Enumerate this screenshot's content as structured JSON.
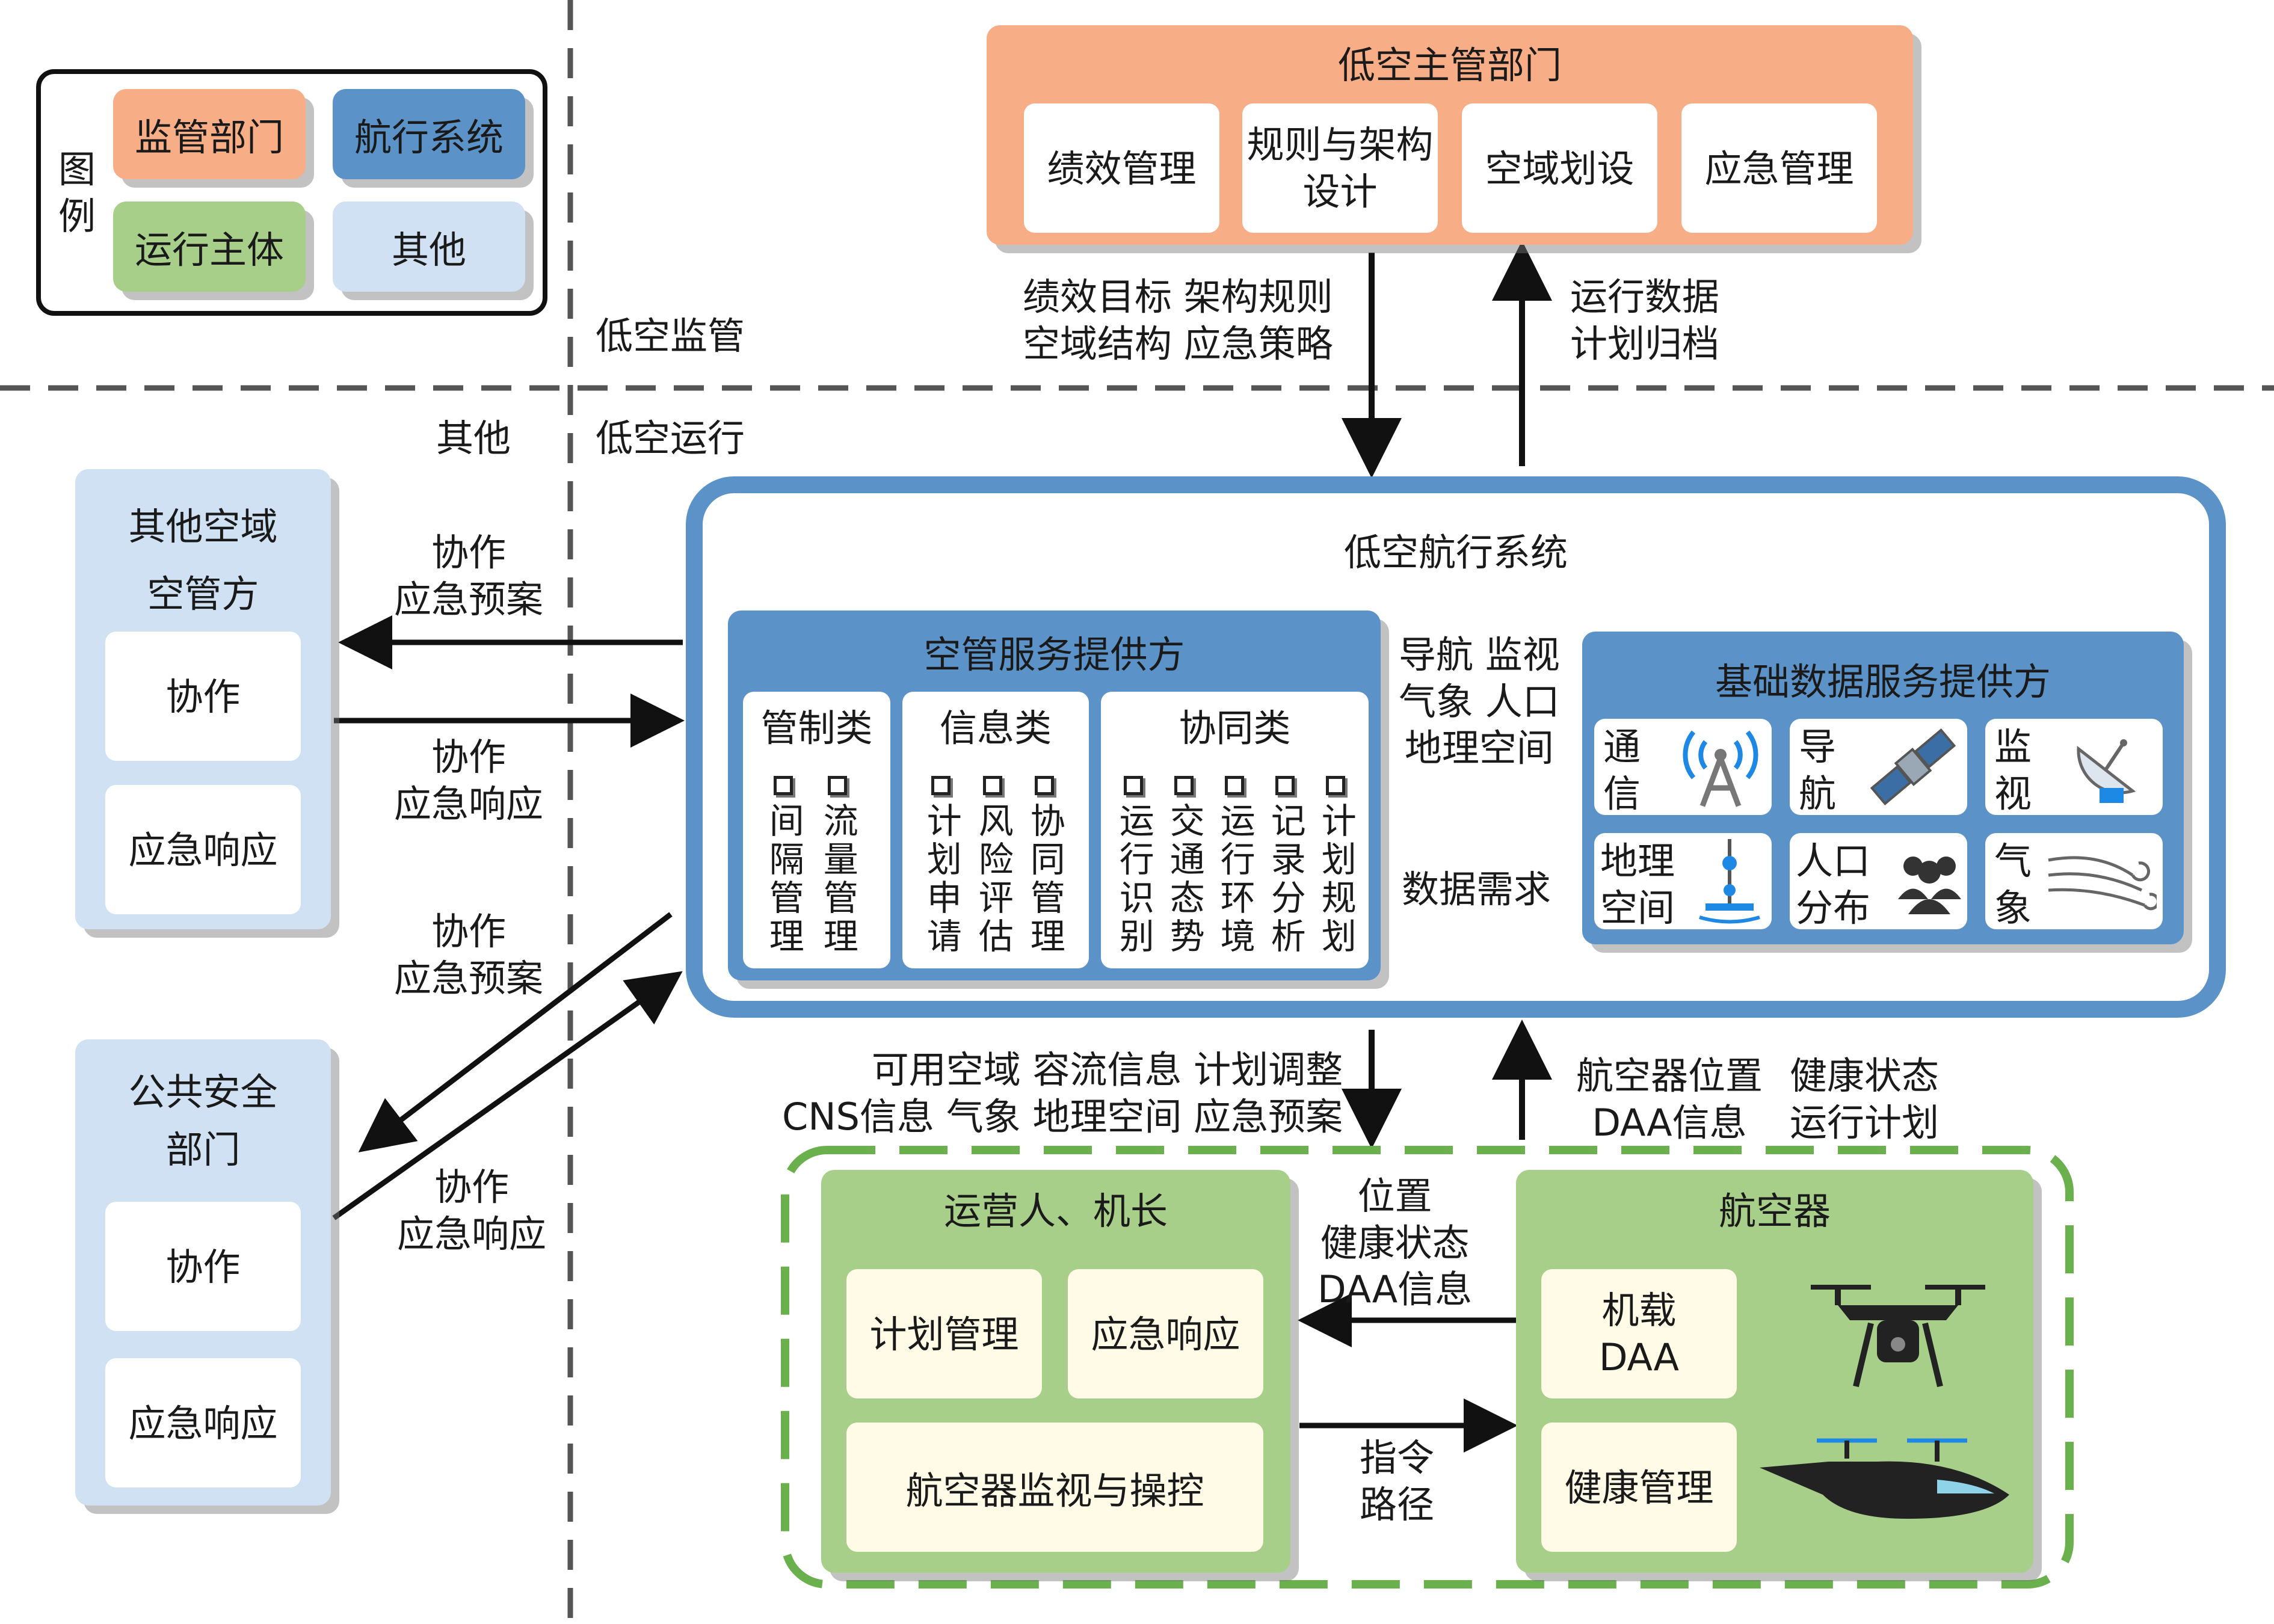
{
  "legend": {
    "title": "图\n例",
    "items": [
      {
        "label": "监管部门",
        "color": "#f7ae86"
      },
      {
        "label": "航行系统",
        "color": "#5b93c8"
      },
      {
        "label": "运行主体",
        "color": "#a8cf8a"
      },
      {
        "label": "其他",
        "color": "#cfe1f2"
      }
    ]
  },
  "zones": {
    "supervision": "低空监管",
    "operation": "低空运行",
    "other": "其他"
  },
  "authority": {
    "title": "低空主管部门",
    "items": [
      "绩效管理",
      "规则与架构\n设计",
      "空域划设",
      "应急管理"
    ]
  },
  "authority_down_label": "绩效目标 架构规则\n空域结构 应急策略",
  "authority_up_label": "运行数据\n计划归档",
  "other_airspace": {
    "title": "其他空域\n空管方",
    "items": [
      "协作",
      "应急响应"
    ]
  },
  "public_safety": {
    "title": "公共安全\n部门",
    "items": [
      "协作",
      "应急响应"
    ]
  },
  "arrow_labels": {
    "to_other_airspace": "协作\n应急预案",
    "from_other_airspace": "协作\n应急响应",
    "to_public_safety": "协作\n应急预案",
    "from_public_safety": "协作\n应急响应"
  },
  "nav_system": {
    "title": "低空航行系统",
    "atc": {
      "title": "空管服务提供方",
      "categories": [
        {
          "label": "管制类",
          "items": [
            "间隔管理",
            "流量管理"
          ]
        },
        {
          "label": "信息类",
          "items": [
            "计划申请",
            "风险评估",
            "协同管理"
          ]
        },
        {
          "label": "协同类",
          "items": [
            "运行识别",
            "交通态势",
            "运行环境",
            "记录分析",
            "计划规划"
          ]
        }
      ]
    },
    "to_atc_label": "导航 监视\n气象 人口\n地理空间",
    "to_base_label": "数据需求",
    "base": {
      "title": "基础数据服务提供方",
      "items": [
        {
          "label": "通\n信",
          "icon": "antenna-icon"
        },
        {
          "label": "导\n航",
          "icon": "satellite-icon"
        },
        {
          "label": "监\n视",
          "icon": "radar-icon"
        },
        {
          "label": "地理\n空间",
          "icon": "tower-icon"
        },
        {
          "label": "人口\n分布",
          "icon": "people-icon"
        },
        {
          "label": "气\n象",
          "icon": "wind-icon"
        }
      ]
    }
  },
  "nav_down_label": "可用空域 容流信息 计划调整\nCNS信息 气象 地理空间 应急预案",
  "nav_up_label_1": "航空器位置\nDAA信息",
  "nav_up_label_2": "健康状态\n运行计划",
  "operator": {
    "title": "运营人、机长",
    "items": [
      "计划管理",
      "应急响应",
      "航空器监视与操控"
    ]
  },
  "aircraft": {
    "title": "航空器",
    "items": [
      "机载\nDAA",
      "健康管理"
    ]
  },
  "aircraft_to_operator_label": "位置\n健康状态\nDAA信息",
  "operator_to_aircraft_label": "指令\n路径"
}
